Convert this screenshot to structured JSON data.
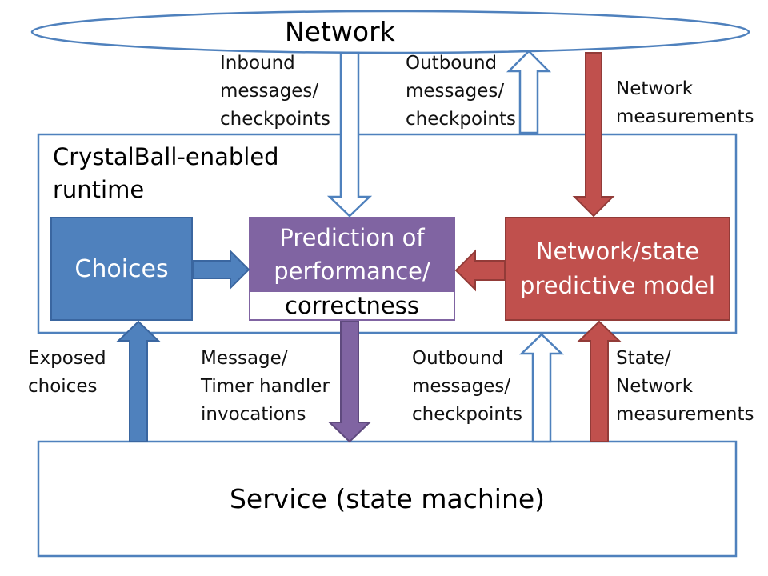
{
  "network": {
    "label": "Network"
  },
  "runtime": {
    "label_line1": "CrystalBall-enabled",
    "label_line2": "runtime"
  },
  "choices": {
    "label": "Choices"
  },
  "prediction": {
    "label_line1": "Prediction of",
    "label_line2": "performance/",
    "label_line3": "correctness"
  },
  "model": {
    "label_line1": "Network/state",
    "label_line2": "predictive model"
  },
  "service": {
    "label": "Service (state machine)"
  },
  "arrows": {
    "inbound": [
      "Inbound",
      "messages/",
      "checkpoints"
    ],
    "outbound_top": [
      "Outbound",
      "messages/",
      "checkpoints"
    ],
    "network_measurements": [
      "Network",
      "measurements"
    ],
    "exposed_choices": [
      "Exposed",
      "choices"
    ],
    "handler": [
      "Message/",
      "Timer handler",
      "invocations"
    ],
    "outbound_bottom": [
      "Outbound",
      "messages/",
      "checkpoints"
    ],
    "state_network": [
      "State/",
      "Network",
      "measurements"
    ]
  },
  "colors": {
    "blue_fill": "#4f81bd",
    "blue_stroke": "#3a66a0",
    "purple_fill": "#8064a2",
    "purple_stroke": "#5f4a7e",
    "red_fill": "#c0504d",
    "red_stroke": "#923b38",
    "outline": "#4f81bd"
  }
}
